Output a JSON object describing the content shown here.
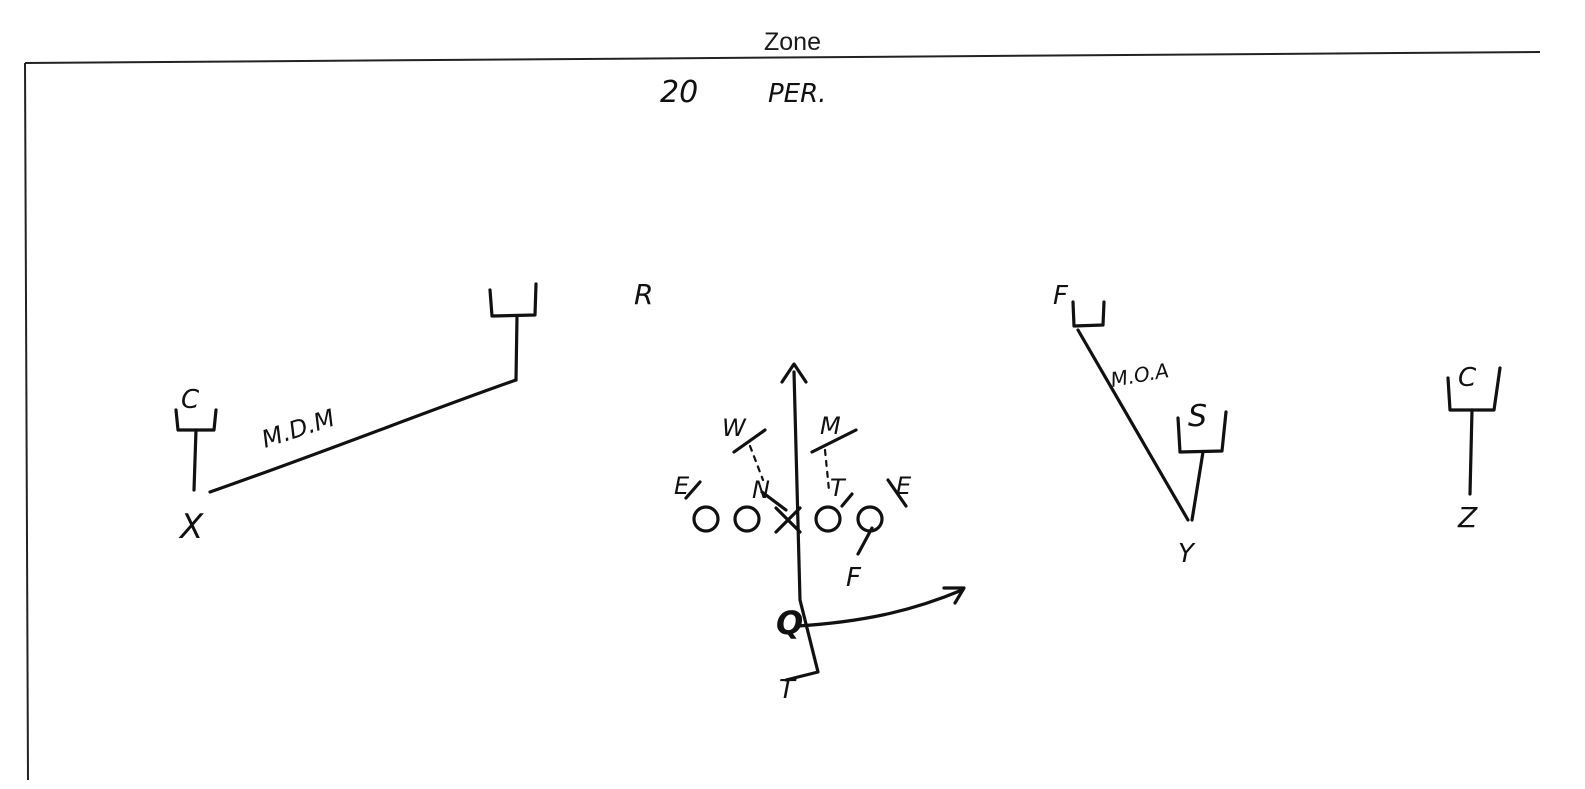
{
  "title": "Zone",
  "formation": {
    "personnel": "20",
    "tag": "PER."
  },
  "offense": {
    "x": "X",
    "y": "Y",
    "z": "Z",
    "qb": "Q",
    "fullback": "F",
    "tailback": "T"
  },
  "defense": {
    "left_corner": "C",
    "right_corner": "C",
    "rover": "R",
    "free_safety": "F",
    "strong_safety": "S",
    "will_lb": "W",
    "mike_lb": "M",
    "left_end": "E",
    "right_end": "E",
    "tackle_left": "N",
    "tackle_right": "T"
  },
  "coverage_notes": {
    "left": "M.D.M",
    "right": "M.O.A"
  }
}
